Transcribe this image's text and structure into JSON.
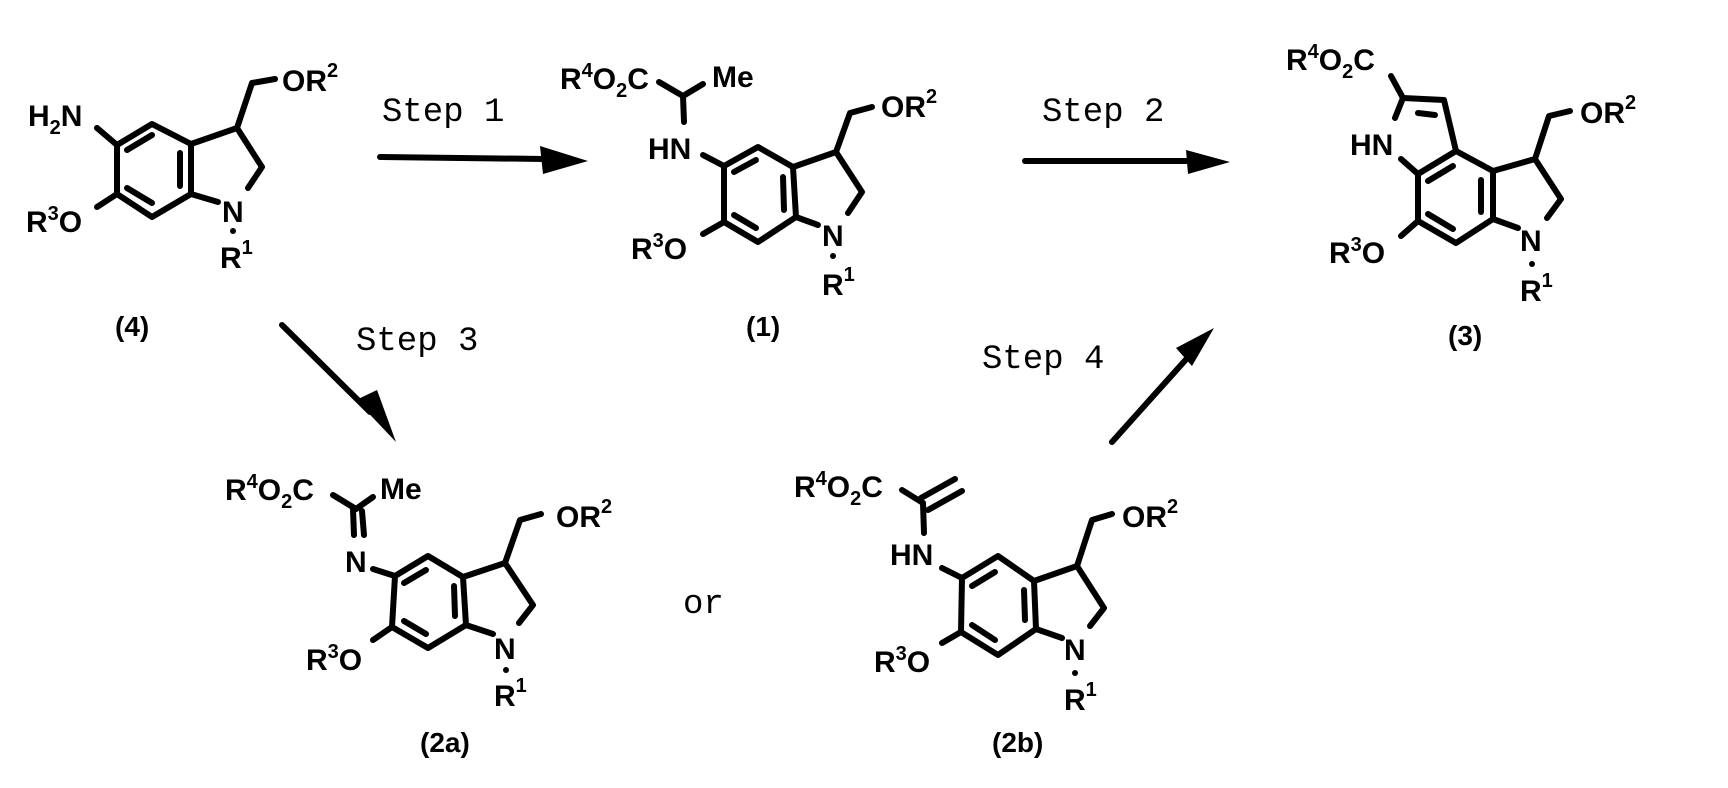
{
  "scheme": {
    "type": "reaction-scheme",
    "description": "Synthesis of pyrrolo-indoline (3) from amino-indoline (4)"
  },
  "compounds": {
    "c4": {
      "label": "(4)",
      "groups": {
        "amine": "H",
        "amine_sub": "2",
        "amine_n": "N",
        "r3": "R",
        "r3_sup": "3",
        "r3_o": "O",
        "n": "N",
        "r1": "R",
        "r1_sup": "1",
        "or2": "OR",
        "or2_sup": "2"
      }
    },
    "c1": {
      "label": "(1)",
      "groups": {
        "r4": "R",
        "r4_sup": "4",
        "ester_o": "O",
        "ester_sub": "2",
        "ester_c": "C",
        "me": "Me",
        "hn": "HN",
        "r3": "R",
        "r3_sup": "3",
        "r3_o": "O",
        "n": "N",
        "r1": "R",
        "r1_sup": "1",
        "or2": "OR",
        "or2_sup": "2"
      }
    },
    "c3": {
      "label": "(3)",
      "groups": {
        "r4": "R",
        "r4_sup": "4",
        "ester_o": "O",
        "ester_sub": "2",
        "ester_c": "C",
        "hn": "HN",
        "r3": "R",
        "r3_sup": "3",
        "r3_o": "O",
        "n": "N",
        "r1": "R",
        "r1_sup": "1",
        "or2": "OR",
        "or2_sup": "2"
      }
    },
    "c2a": {
      "label": "(2a)",
      "groups": {
        "r4": "R",
        "r4_sup": "4",
        "ester_o": "O",
        "ester_sub": "2",
        "ester_c": "C",
        "me": "Me",
        "imine_n": "N",
        "r3": "R",
        "r3_sup": "3",
        "r3_o": "O",
        "n": "N",
        "r1": "R",
        "r1_sup": "1",
        "or2": "OR",
        "or2_sup": "2"
      }
    },
    "c2b": {
      "label": "(2b)",
      "groups": {
        "r4": "R",
        "r4_sup": "4",
        "ester_o": "O",
        "ester_sub": "2",
        "ester_c": "C",
        "hn": "HN",
        "r3": "R",
        "r3_sup": "3",
        "r3_o": "O",
        "n": "N",
        "r1": "R",
        "r1_sup": "1",
        "or2": "OR",
        "or2_sup": "2"
      }
    }
  },
  "steps": {
    "step1": "Step 1",
    "step2": "Step 2",
    "step3": "Step 3",
    "step4": "Step 4"
  },
  "connector": "or"
}
